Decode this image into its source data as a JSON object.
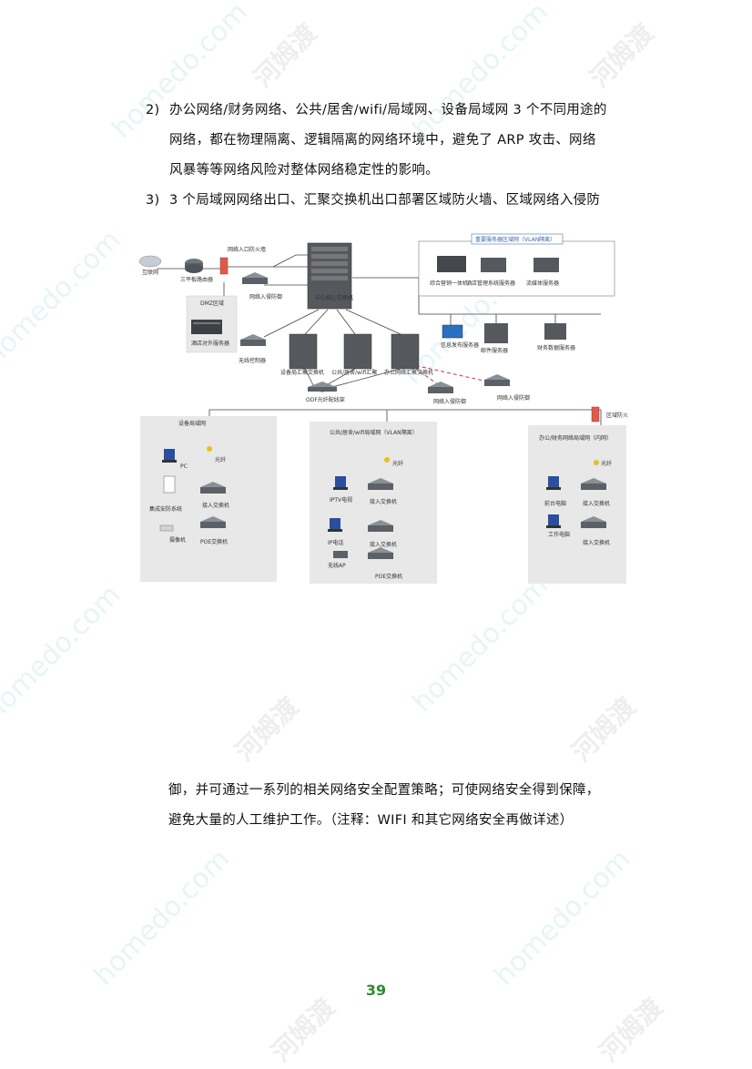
{
  "paragraphs": [
    {
      "num": "2)",
      "lines": [
        "办公网络/财务网络、公共/居舍/wifi/局域网、设备局域网 3 个不同用途的",
        "网络，都在物理隔离、逻辑隔离的网络环境中，避免了 ARP 攻击、网络",
        "风暴等等网络风险对整体网络稳定性的影响。"
      ]
    },
    {
      "num": "3)",
      "lines": [
        "3 个局域网网络出口、汇聚交换机出口部署区域防火墙、区域网络入侵防"
      ]
    }
  ],
  "continuation": [
    "御，并可通过一系列的相关网络安全配置策略；可使网络安全得到保障，",
    "避免大量的人工维护工作。（注释：WIFI 和其它网络安全再做详述）"
  ],
  "page_number": "39",
  "watermarks": {
    "latin": "homedo.com",
    "cjk": "河姆渡"
  },
  "diagram": {
    "internet": "互联网",
    "router": "三平板路由器",
    "fw_top": "网络入口防火墙",
    "ids_top": "网络入侵防御",
    "dmz": "DMZ区域",
    "dmz_server": "酒店对外服务器",
    "core": "中心核心交换机",
    "server_zone": "重要服务器区域网（VLAN隔离）",
    "servers": [
      "综合营销一体机",
      "酒店管理系统服务器",
      "流媒体服务器",
      "信息发布服务器",
      "邮件服务器",
      "财务数据服务器"
    ],
    "wlan_ctrl": "无线控制器",
    "agg": [
      "设备局汇聚交换机",
      "公共/居舍/wifi汇聚",
      "办公网络汇聚交换机"
    ],
    "odf": "ODF光纤配线架",
    "ids_mid": [
      "网络入侵防御",
      "网络入侵防御"
    ],
    "zone_fw": "区域防火墙",
    "fiber": "光纤",
    "zone1": {
      "title": "设备局域网",
      "items": [
        "PC",
        "集成安防系统",
        "摄像机",
        "接入交换机",
        "POE交换机"
      ]
    },
    "zone2": {
      "title": "公共/居舍/wifi局域网（VLAN隔离）",
      "items": [
        "IPTV电视",
        "IP电话",
        "无线AP",
        "接入交换机",
        "接入交换机",
        "POE交换机"
      ]
    },
    "zone3": {
      "title": "办公/财务网络局域网（内网）",
      "items": [
        "前台电脑",
        "工作电脑",
        "接入交换机",
        "接入交换机"
      ]
    }
  }
}
